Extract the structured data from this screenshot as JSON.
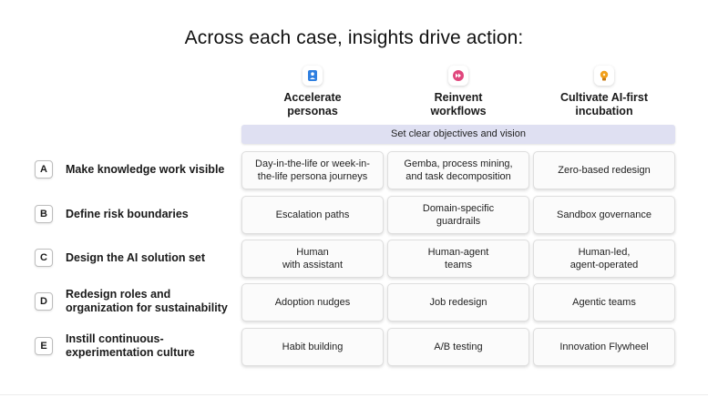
{
  "title": "Across each case, insights drive action:",
  "columns": [
    {
      "label": "Accelerate\npersonas",
      "icon": "persona-icon",
      "icon_color": "#2f7fe0"
    },
    {
      "label": "Reinvent\nworkflows",
      "icon": "fast-forward-icon",
      "icon_color": "#e0467c"
    },
    {
      "label": "Cultivate AI-first\nincubation",
      "icon": "lightbulb-icon",
      "icon_color": "#f2a01c"
    }
  ],
  "banner": "Set clear objectives and vision",
  "rows": [
    {
      "letter": "A",
      "label": "Make knowledge work visible",
      "cells": [
        "Day-in-the-life or week-in-\nthe-life persona journeys",
        "Gemba, process mining,\nand task decomposition",
        "Zero-based redesign"
      ]
    },
    {
      "letter": "B",
      "label": "Define risk boundaries",
      "cells": [
        "Escalation paths",
        "Domain-specific\nguardrails",
        "Sandbox governance"
      ]
    },
    {
      "letter": "C",
      "label": "Design the AI solution set",
      "cells": [
        "Human\nwith assistant",
        "Human-agent\nteams",
        "Human-led,\nagent-operated"
      ]
    },
    {
      "letter": "D",
      "label": "Redesign roles and\norganization for sustainability",
      "cells": [
        "Adoption nudges",
        "Job redesign",
        "Agentic teams"
      ]
    },
    {
      "letter": "E",
      "label": "Instill continuous-\nexperimentation culture",
      "cells": [
        "Habit building",
        "A/B testing",
        "Innovation Flywheel"
      ]
    }
  ]
}
